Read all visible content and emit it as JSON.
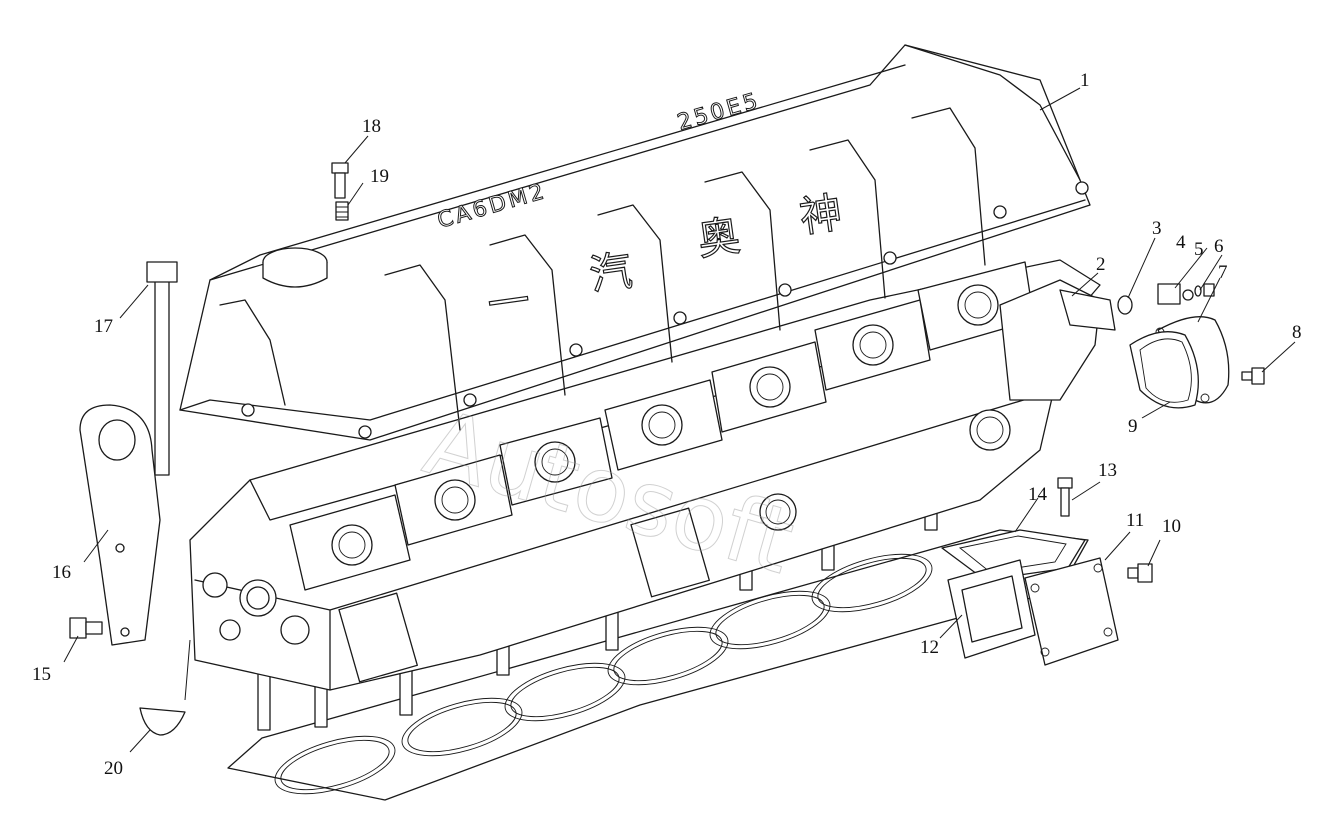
{
  "diagram": {
    "callouts": [
      "1",
      "2",
      "3",
      "4",
      "5",
      "6",
      "7",
      "8",
      "9",
      "10",
      "11",
      "12",
      "13",
      "14",
      "15",
      "16",
      "17",
      "18",
      "19",
      "20"
    ],
    "cover_characters": [
      "一",
      "汽",
      "奥",
      "神"
    ],
    "cover_embossing": "CA6DM2",
    "cover_embossing_2": "250E5",
    "watermark": "Autosoft"
  }
}
